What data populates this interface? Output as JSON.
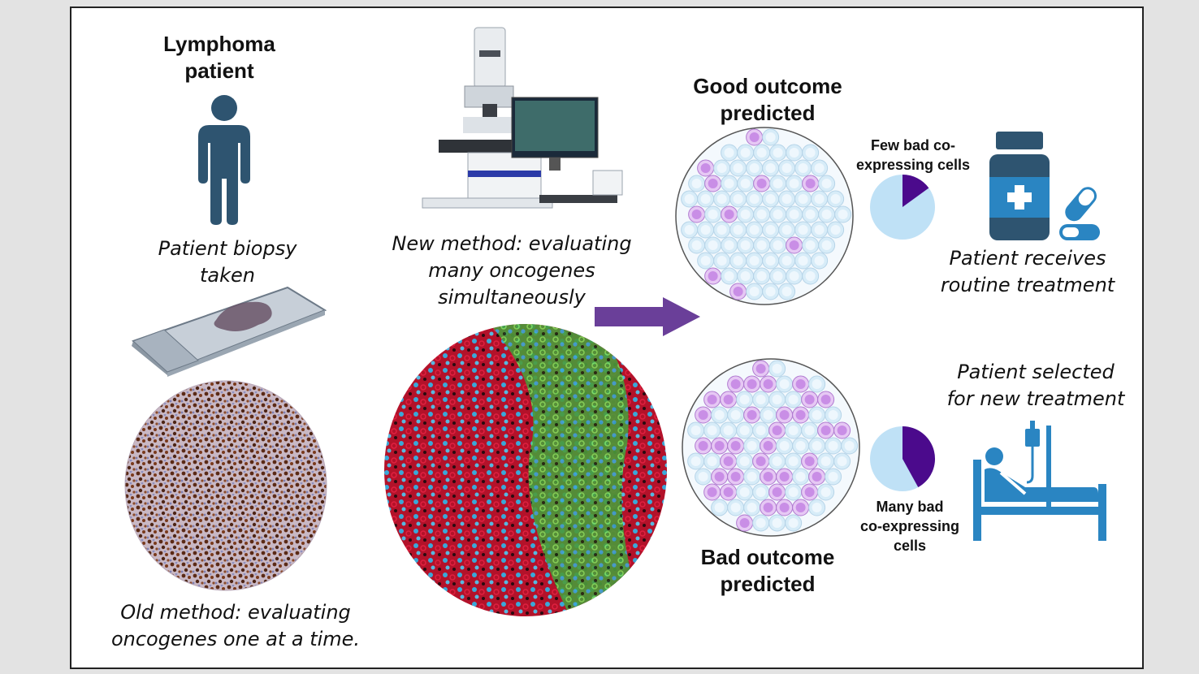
{
  "patient": {
    "title_line1": "Lymphoma",
    "title_line2": "patient"
  },
  "biopsy": {
    "line1": "Patient biopsy",
    "line2": "taken"
  },
  "old_method": {
    "line1": "Old method: evaluating",
    "line2": "oncogenes one at a time."
  },
  "new_method": {
    "line1": "New method: evaluating",
    "line2": "many oncogenes",
    "line3": "simultaneously"
  },
  "good_outcome": {
    "title_line1": "Good outcome",
    "title_line2": "predicted",
    "cells_line1": "Few bad co-",
    "cells_line2": "expressing cells",
    "pie_fraction": 0.15,
    "treatment_line1": "Patient receives",
    "treatment_line2": "routine treatment"
  },
  "bad_outcome": {
    "title_line1": "Bad outcome",
    "title_line2": "predicted",
    "cells_line1": "Many  bad",
    "cells_line2": "co-expressing",
    "cells_line3": "cells",
    "pie_fraction": 0.42,
    "treatment_line1": "Patient selected",
    "treatment_line2": "for new treatment"
  },
  "colors": {
    "icon": "#2e5470",
    "bed": "#2a85c2",
    "pie_dark": "#4b0a8c",
    "pie_light": "#bfe1f6",
    "arrow": "#6a3f99",
    "cell_purple": "#c98ee6",
    "cell_light": "#d7ecf8"
  },
  "icons": {
    "person": "person-icon",
    "slide": "slide-icon",
    "microscope": "microscope-icon",
    "medicine": "medicine-bottle-icon",
    "pill": "pill-icon",
    "bed": "hospital-bed-icon"
  }
}
